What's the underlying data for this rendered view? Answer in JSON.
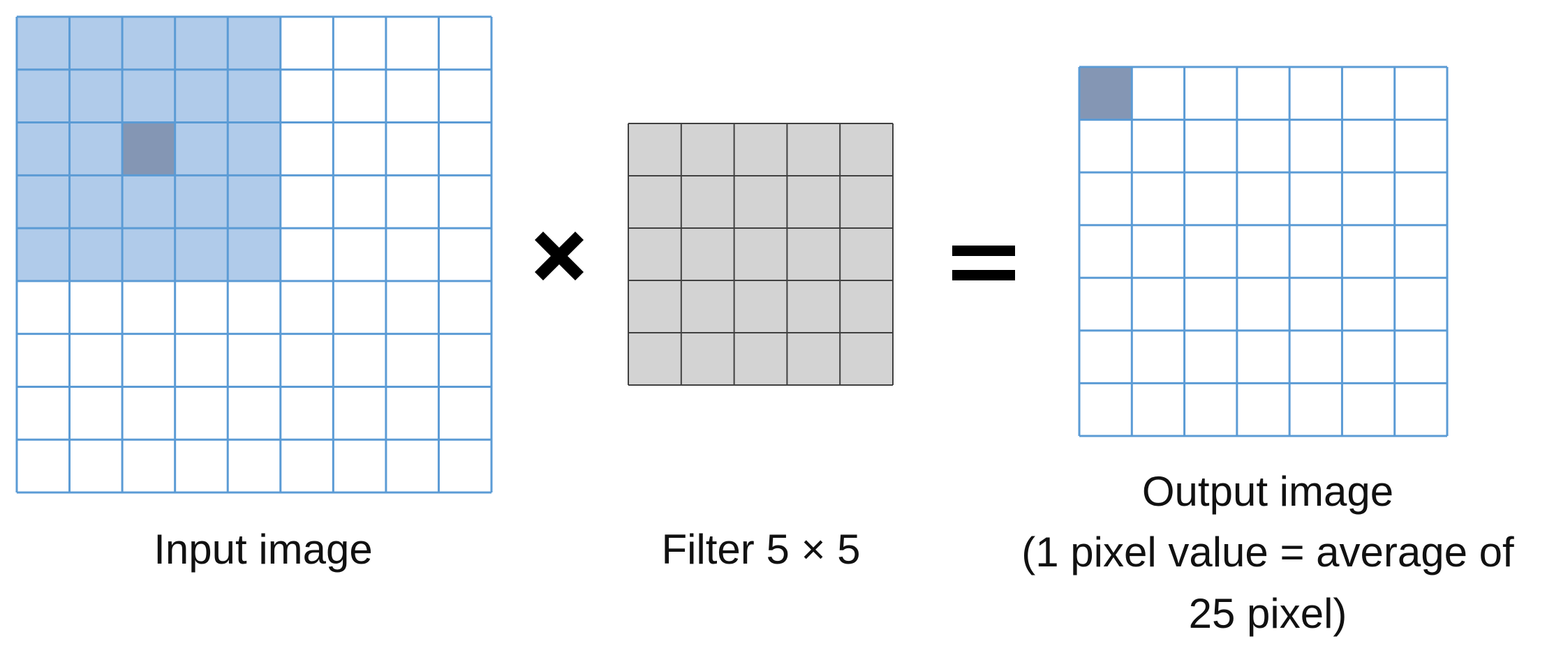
{
  "input_grid": {
    "label": "Input image",
    "rows": 9,
    "cols": 9,
    "window": {
      "rows": 5,
      "cols": 5
    },
    "center_cell": {
      "row": 2,
      "col": 2
    }
  },
  "operator_multiply": "×",
  "filter_grid": {
    "label": "Filter 5 × 5",
    "rows": 5,
    "cols": 5
  },
  "operator_equals": "=",
  "output_grid": {
    "label_line1": "Output image",
    "label_line2": "(1 pixel value = average of",
    "label_line3": "25 pixel)",
    "rows": 7,
    "cols": 7,
    "highlight_cell": {
      "row": 0,
      "col": 0
    }
  },
  "colors": {
    "grid_line": "#5b9bd5",
    "window_fill": "#b0cbea",
    "center_fill": "#8496b4",
    "filter_fill": "#d3d3d3",
    "filter_line": "#404040",
    "operator": "#000000"
  }
}
